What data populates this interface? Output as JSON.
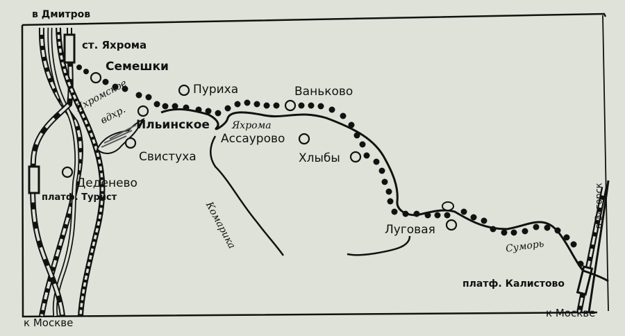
{
  "map": {
    "type": "schematic hiking route map",
    "colors": {
      "background": "#dfe2d8",
      "ink": "#111111"
    },
    "edge_labels": {
      "top_left": "в Дмитров",
      "bottom_left": "к Москве",
      "bottom_right": "к Москве",
      "right_vertical": "в Загорск"
    },
    "stations": {
      "yakhroma": "ст. Яхрома",
      "turist": "платф. Турист",
      "kalistovo": "платф. Калистово"
    },
    "settlements": {
      "semeshki": "Семешки",
      "purikha": "Пуриха",
      "vankovo": "Ваньково",
      "ilinskoe": "Ильинское",
      "assaurovo": "Ассаурово",
      "svistukha": "Свистуха",
      "khlyby": "Хлыбы",
      "dedenevo": "Деденево",
      "lugovaya": "Луговая"
    },
    "water": {
      "reservoir_line1": "Яхромское",
      "reservoir_line2": "вдхр.",
      "river_yakhroma": "Яхрома",
      "river_komarikha": "Комарика",
      "river_sumor": "Суморь"
    },
    "legend_symbols": {
      "route": "dotted-black-line",
      "settlement": "hollow-circle",
      "railway": "double-line-with-dashes"
    }
  }
}
